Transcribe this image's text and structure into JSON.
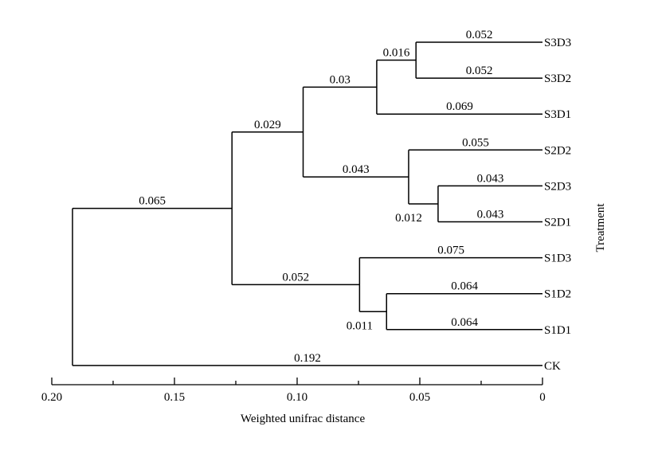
{
  "figure": {
    "type": "dendrogram",
    "xlabel": "Weighted unifrac distance",
    "ylabel": "Treatment",
    "axis": {
      "range": [
        0.2,
        0
      ],
      "ticks": [
        0.2,
        0.15,
        0.1,
        0.05,
        0
      ],
      "tick_labels": [
        "0.20",
        "0.15",
        "0.10",
        "0.05",
        "0"
      ]
    },
    "leaves": [
      "S3D3",
      "S3D2",
      "S3D1",
      "S2D2",
      "S2D3",
      "S2D1",
      "S1D3",
      "S1D2",
      "S1D1",
      "CK"
    ],
    "tree": {
      "id": "root",
      "length": 0,
      "children": [
        {
          "id": "n_main",
          "length": "0.065",
          "children": [
            {
              "id": "n_s23",
              "length": "0.029",
              "children": [
                {
                  "id": "n_s3",
                  "length": "0.03",
                  "children": [
                    {
                      "id": "n_s3d23",
                      "length": "0.016",
                      "children": [
                        {
                          "id": "S3D3",
                          "name": "S3D3",
                          "length": "0.052"
                        },
                        {
                          "id": "S3D2",
                          "name": "S3D2",
                          "length": "0.052"
                        }
                      ]
                    },
                    {
                      "id": "S3D1",
                      "name": "S3D1",
                      "length": "0.069"
                    }
                  ]
                },
                {
                  "id": "n_s2",
                  "length": "0.043",
                  "children": [
                    {
                      "id": "S2D2",
                      "name": "S2D2",
                      "length": "0.055"
                    },
                    {
                      "id": "n_s2d31",
                      "length": "0.012",
                      "children": [
                        {
                          "id": "S2D3",
                          "name": "S2D3",
                          "length": "0.043"
                        },
                        {
                          "id": "S2D1",
                          "name": "S2D1",
                          "length": "0.043"
                        }
                      ]
                    }
                  ]
                }
              ]
            },
            {
              "id": "n_s1",
              "length": "0.052",
              "children": [
                {
                  "id": "S1D3",
                  "name": "S1D3",
                  "length": "0.075"
                },
                {
                  "id": "n_s1d21",
                  "length": "0.011",
                  "children": [
                    {
                      "id": "S1D2",
                      "name": "S1D2",
                      "length": "0.064"
                    },
                    {
                      "id": "S1D1",
                      "name": "S1D1",
                      "length": "0.064"
                    }
                  ]
                }
              ]
            }
          ]
        },
        {
          "id": "CK",
          "name": "CK",
          "length": "0.192"
        }
      ]
    }
  }
}
